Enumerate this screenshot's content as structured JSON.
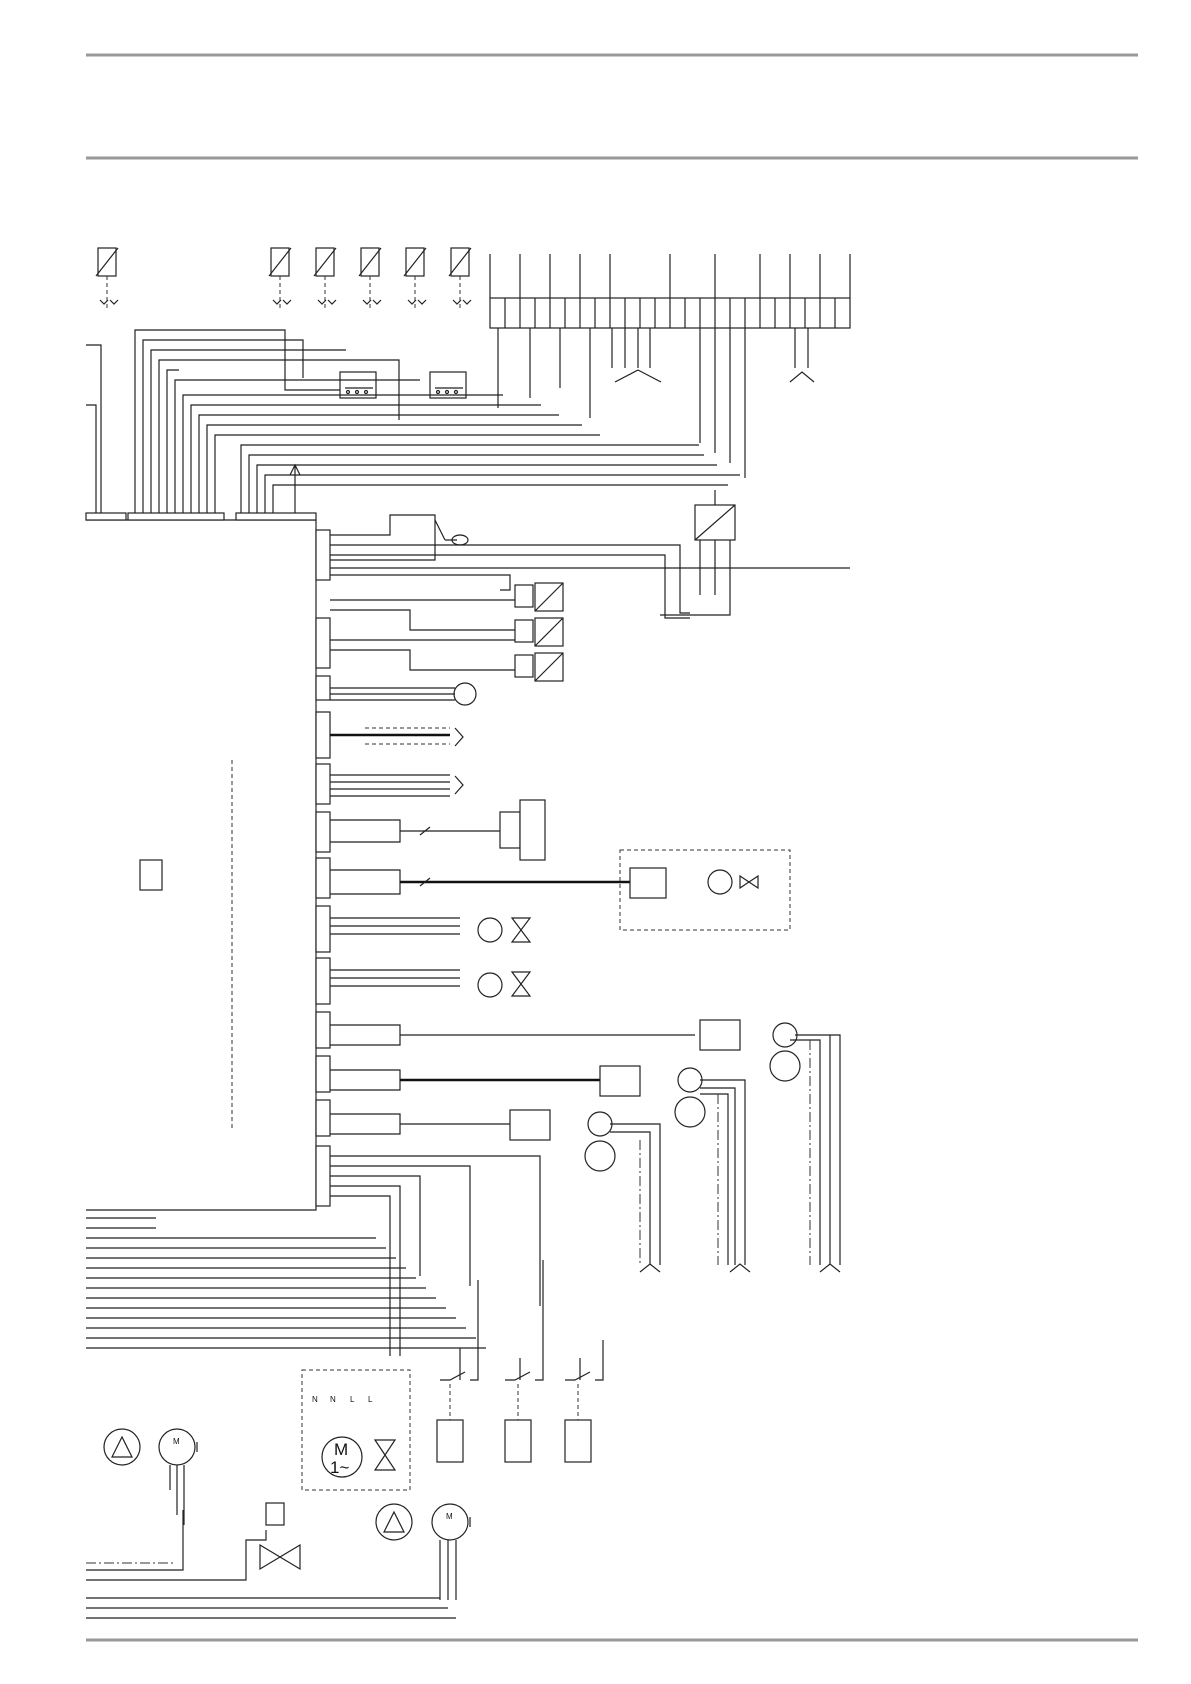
{
  "motor": {
    "letter": "M",
    "phase": "1~"
  },
  "motor_terminals": [
    "N",
    "N",
    "L",
    "L"
  ],
  "pump_motors": [
    "M",
    "M"
  ],
  "colors": {
    "wire": "#222222",
    "rule": "#999999",
    "background": "#ffffff"
  },
  "icons": [
    "temperature-sensor-icon",
    "terminal-strip-icon",
    "motor-icon",
    "valve-icon",
    "pump-icon",
    "fan-icon",
    "switch-icon",
    "ground-icon",
    "connector-arrow-icon"
  ]
}
